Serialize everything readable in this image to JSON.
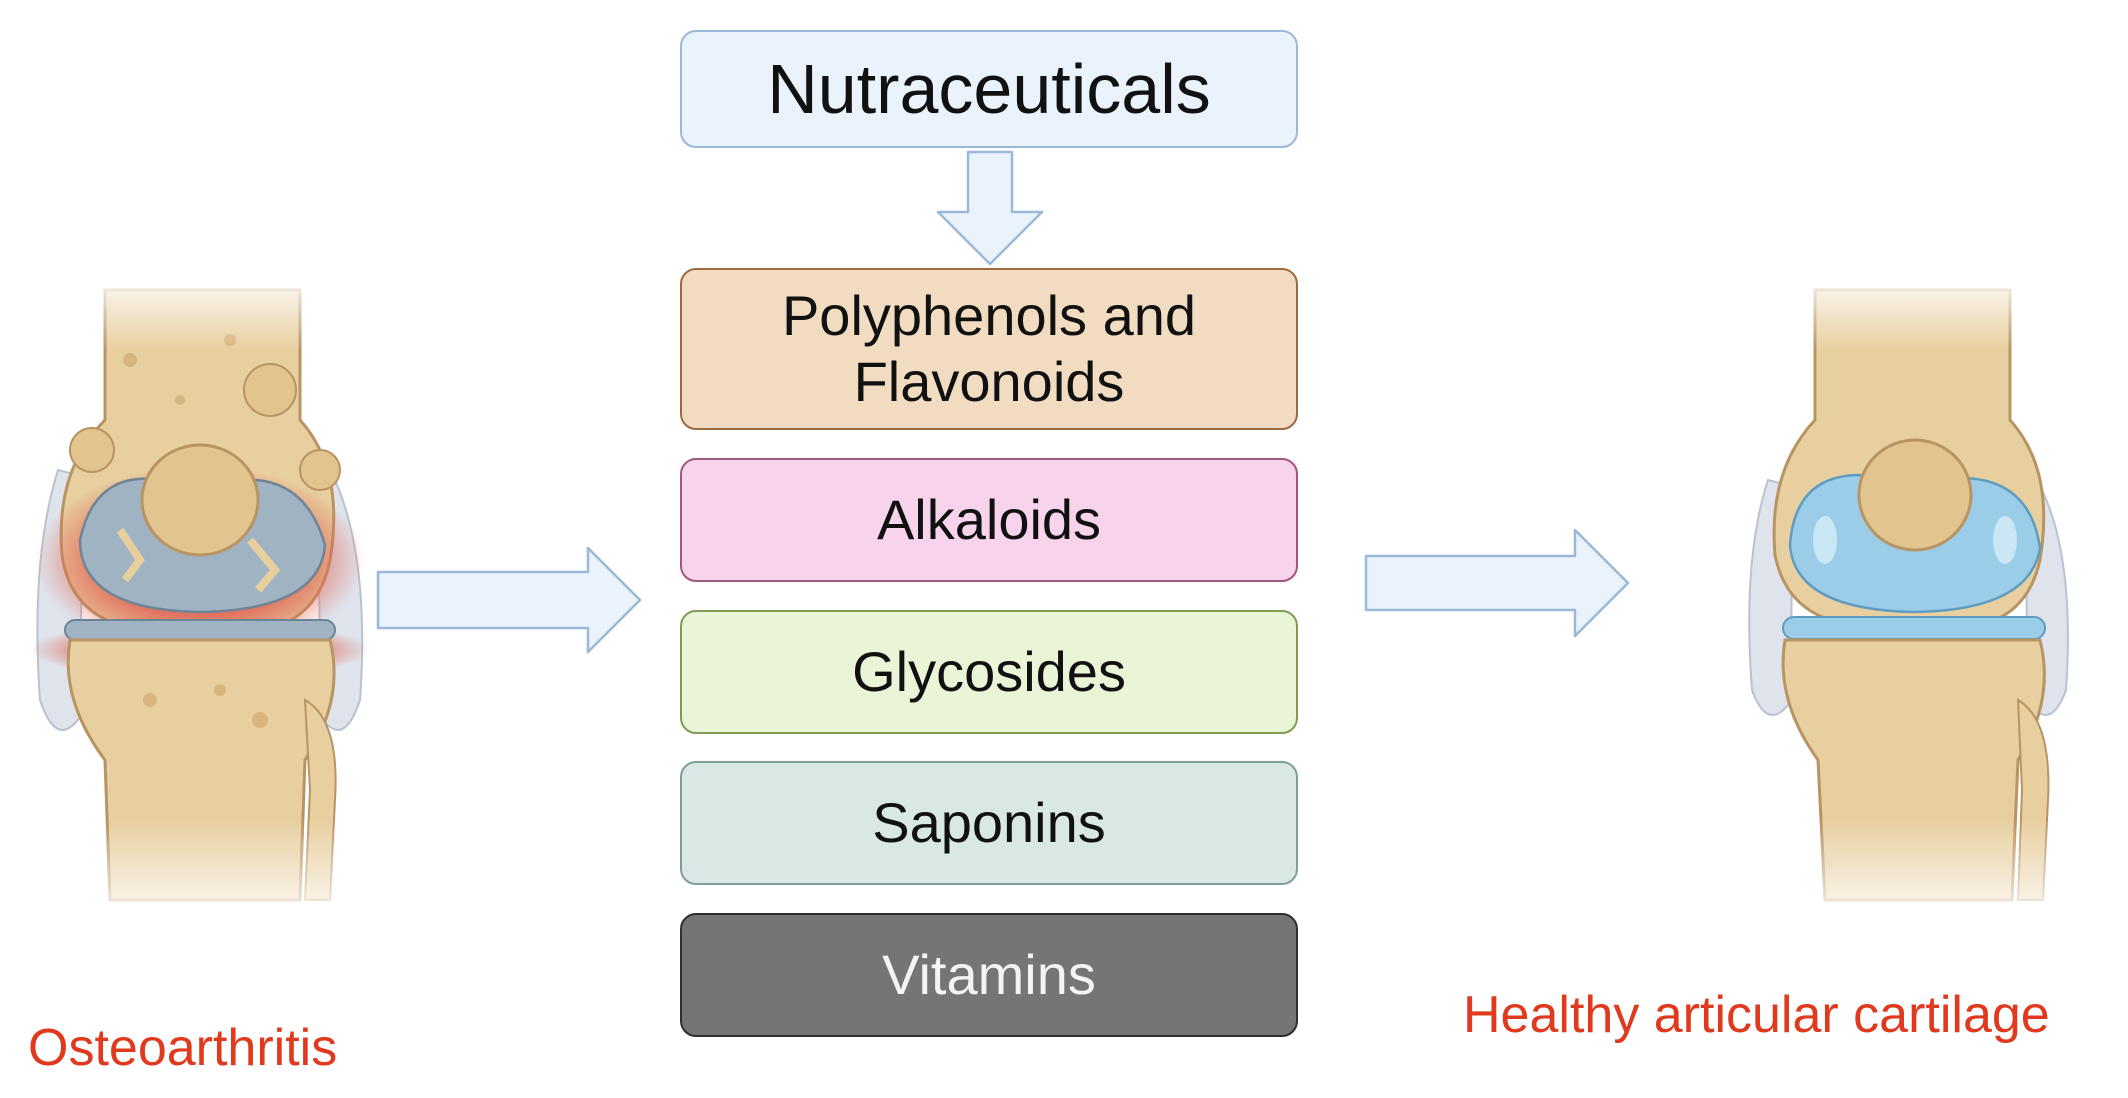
{
  "diagram": {
    "title": "Nutraceuticals",
    "categories": [
      {
        "line1": "Polyphenols and",
        "line2": "Flavonoids"
      },
      {
        "line1": "Alkaloids",
        "line2": ""
      },
      {
        "line1": "Glycosides",
        "line2": ""
      },
      {
        "line1": "Saponins",
        "line2": ""
      },
      {
        "line1": "Vitamins",
        "line2": ""
      }
    ],
    "left_label": "Osteoarthritis",
    "right_label": "Healthy articular cartilage"
  },
  "colors": {
    "title_fill": "#eaf3fc",
    "title_border": "#9ab8d8",
    "polyphenols_fill": "#f2dcc1",
    "polyphenols_border": "#9c6a3e",
    "alkaloids_fill": "#f7d4ec",
    "alkaloids_border": "#a0577f",
    "glycosides_fill": "#eaf5d7",
    "glycosides_border": "#7f9c55",
    "saponins_fill": "#d9e7e5",
    "saponins_border": "#7f9e9a",
    "vitamins_fill": "#757575",
    "vitamins_border": "#2f2f2f",
    "label_red": "#e0391d",
    "arrow_fill": "#eaf3fc",
    "arrow_border": "#9ab8d8",
    "bone": "#e8cfa0",
    "cartilage_healthy": "#9ccde8",
    "cartilage_damaged": "#9fb3c2",
    "inflammation": "#e06a5a"
  }
}
